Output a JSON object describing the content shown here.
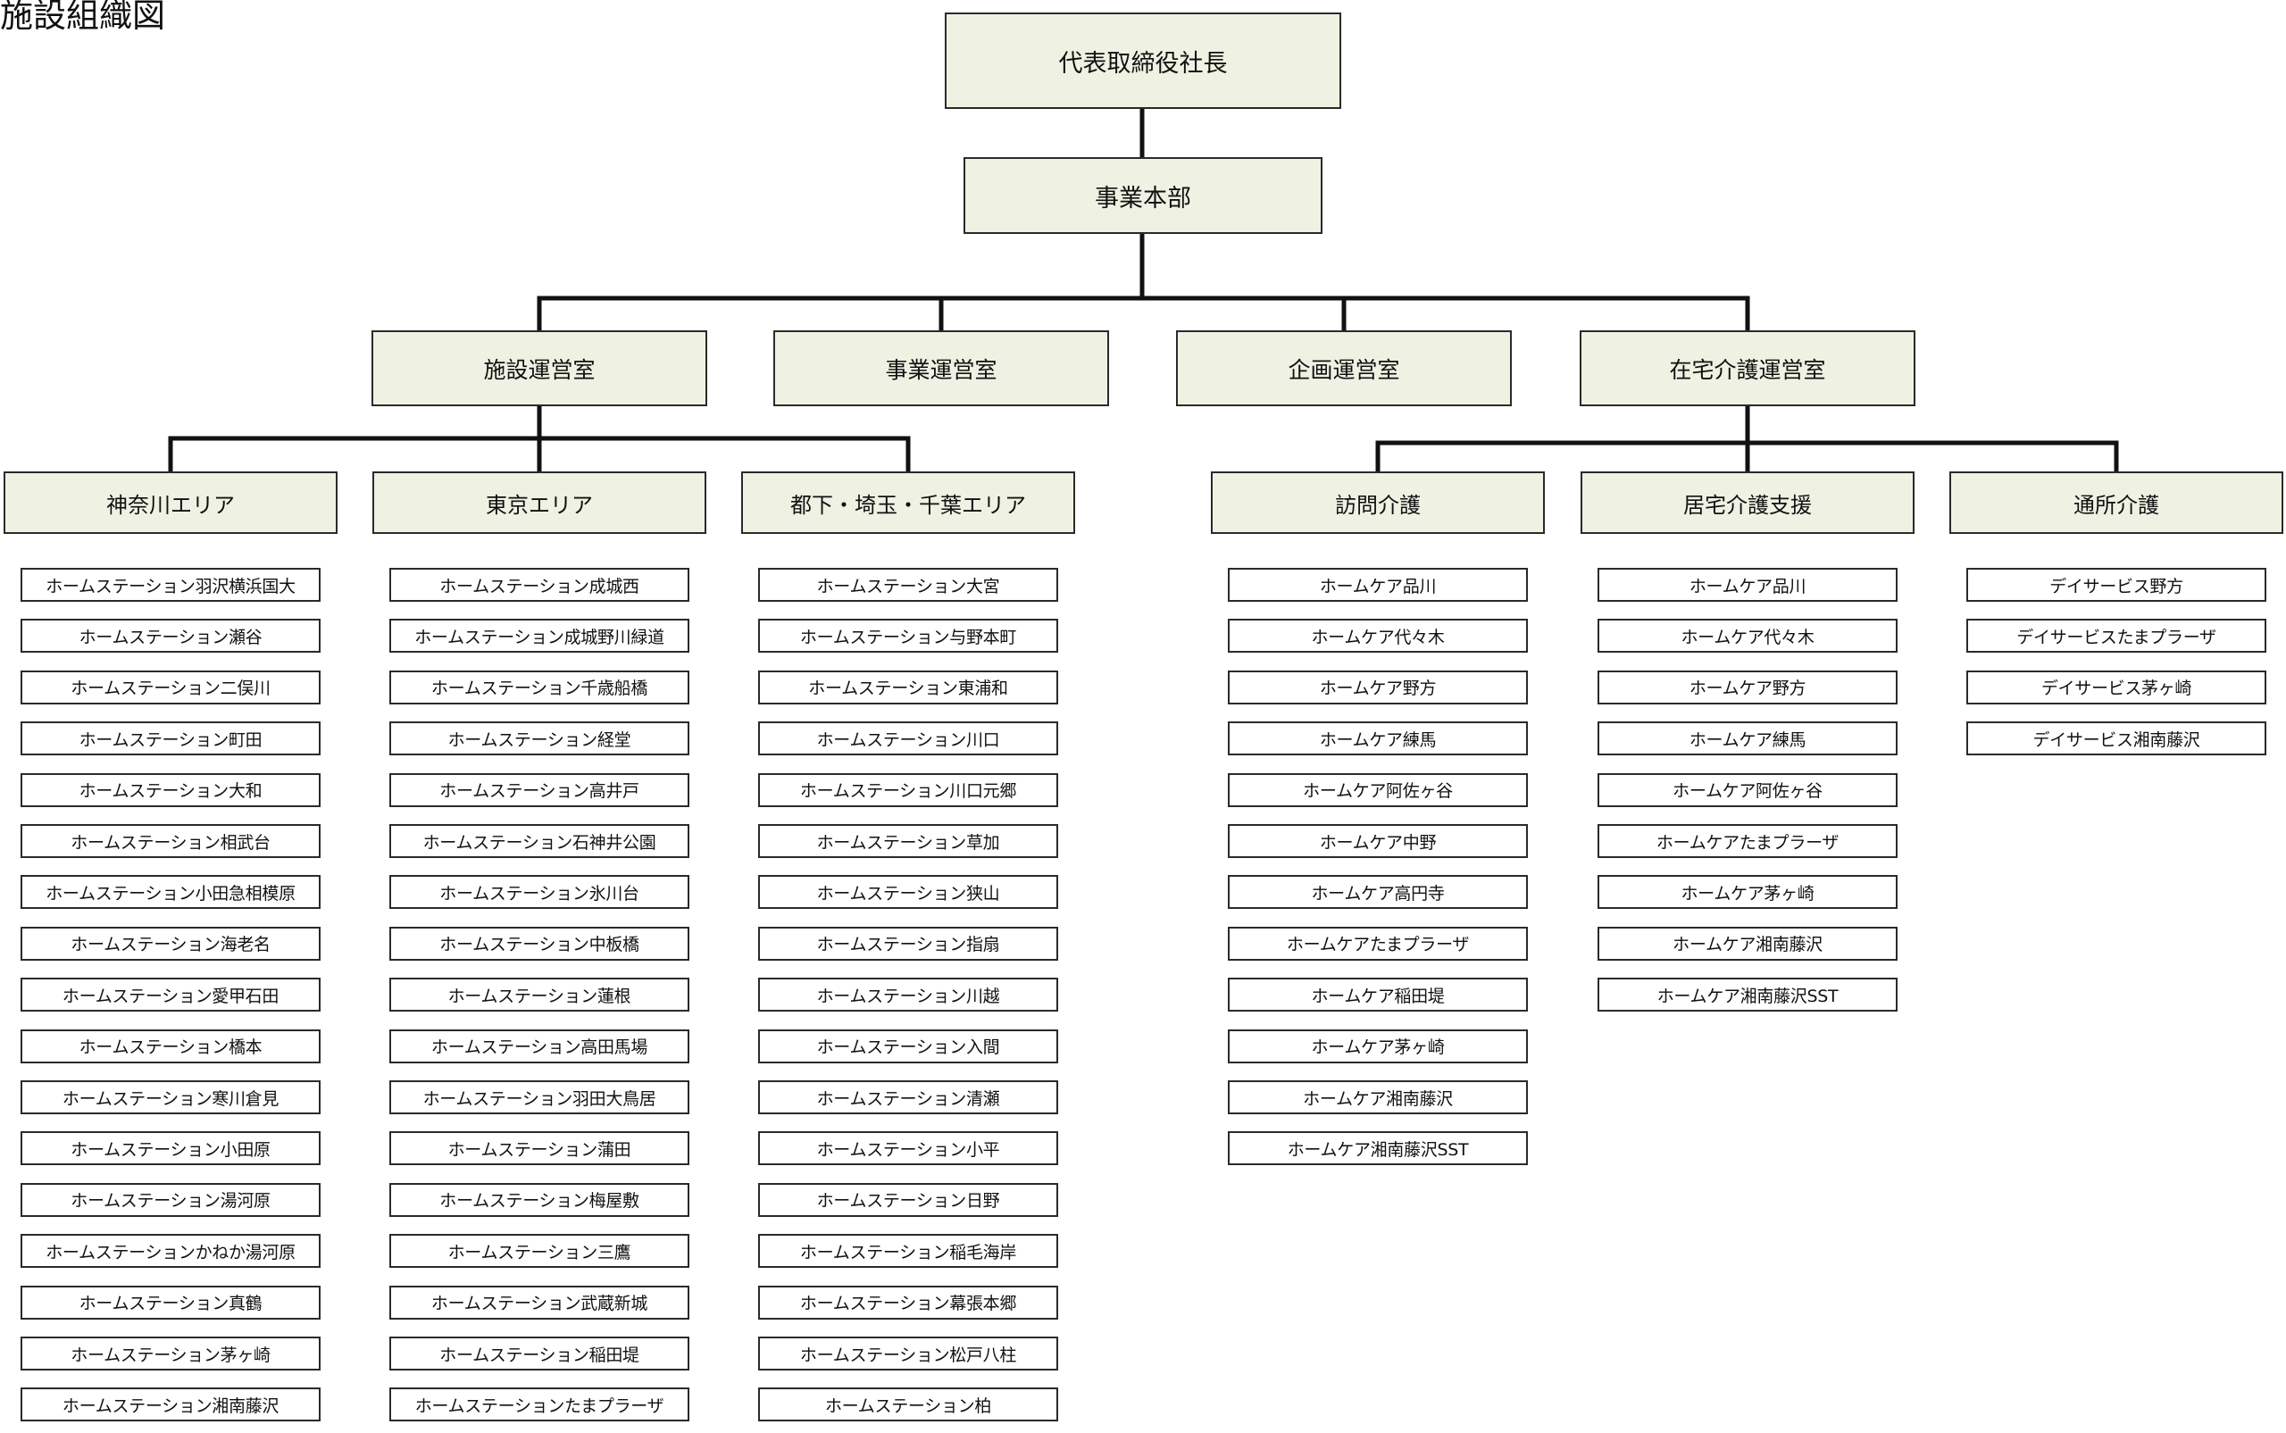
{
  "title": "施設組織図",
  "top": "代表取締役社長",
  "division": "事業本部",
  "offices": [
    "施設運営室",
    "事業運営室",
    "企画運営室",
    "在宅介護運営室"
  ],
  "areas": [
    "神奈川エリア",
    "東京エリア",
    "都下・埼玉・千葉エリア",
    "訪問介護",
    "居宅介護支援",
    "通所介護"
  ],
  "columns": [
    [
      "ホームステーション羽沢横浜国大",
      "ホームステーション瀬谷",
      "ホームステーション二俣川",
      "ホームステーション町田",
      "ホームステーション大和",
      "ホームステーション相武台",
      "ホームステーション小田急相模原",
      "ホームステーション海老名",
      "ホームステーション愛甲石田",
      "ホームステーション橋本",
      "ホームステーション寒川倉見",
      "ホームステーション小田原",
      "ホームステーション湯河原",
      "ホームステーションかねか湯河原",
      "ホームステーション真鶴",
      "ホームステーション茅ヶ崎",
      "ホームステーション湘南藤沢"
    ],
    [
      "ホームステーション成城西",
      "ホームステーション成城野川緑道",
      "ホームステーション千歳船橋",
      "ホームステーション経堂",
      "ホームステーション高井戸",
      "ホームステーション石神井公園",
      "ホームステーション氷川台",
      "ホームステーション中板橋",
      "ホームステーション蓮根",
      "ホームステーション高田馬場",
      "ホームステーション羽田大鳥居",
      "ホームステーション蒲田",
      "ホームステーション梅屋敷",
      "ホームステーション三鷹",
      "ホームステーション武蔵新城",
      "ホームステーション稲田堤",
      "ホームステーションたまプラーザ"
    ],
    [
      "ホームステーション大宮",
      "ホームステーション与野本町",
      "ホームステーション東浦和",
      "ホームステーション川口",
      "ホームステーション川口元郷",
      "ホームステーション草加",
      "ホームステーション狭山",
      "ホームステーション指扇",
      "ホームステーション川越",
      "ホームステーション入間",
      "ホームステーション清瀬",
      "ホームステーション小平",
      "ホームステーション日野",
      "ホームステーション稲毛海岸",
      "ホームステーション幕張本郷",
      "ホームステーション松戸八柱",
      "ホームステーション柏"
    ],
    [
      "ホームケア品川",
      "ホームケア代々木",
      "ホームケア野方",
      "ホームケア練馬",
      "ホームケア阿佐ヶ谷",
      "ホームケア中野",
      "ホームケア高円寺",
      "ホームケアたまプラーザ",
      "ホームケア稲田堤",
      "ホームケア茅ヶ崎",
      "ホームケア湘南藤沢",
      "ホームケア湘南藤沢SST"
    ],
    [
      "ホームケア品川",
      "ホームケア代々木",
      "ホームケア野方",
      "ホームケア練馬",
      "ホームケア阿佐ヶ谷",
      "ホームケアたまプラーザ",
      "ホームケア茅ヶ崎",
      "ホームケア湘南藤沢",
      "ホームケア湘南藤沢SST"
    ],
    [
      "デイサービス野方",
      "デイサービスたまプラーザ",
      "デイサービス茅ヶ崎",
      "デイサービス湘南藤沢"
    ]
  ]
}
